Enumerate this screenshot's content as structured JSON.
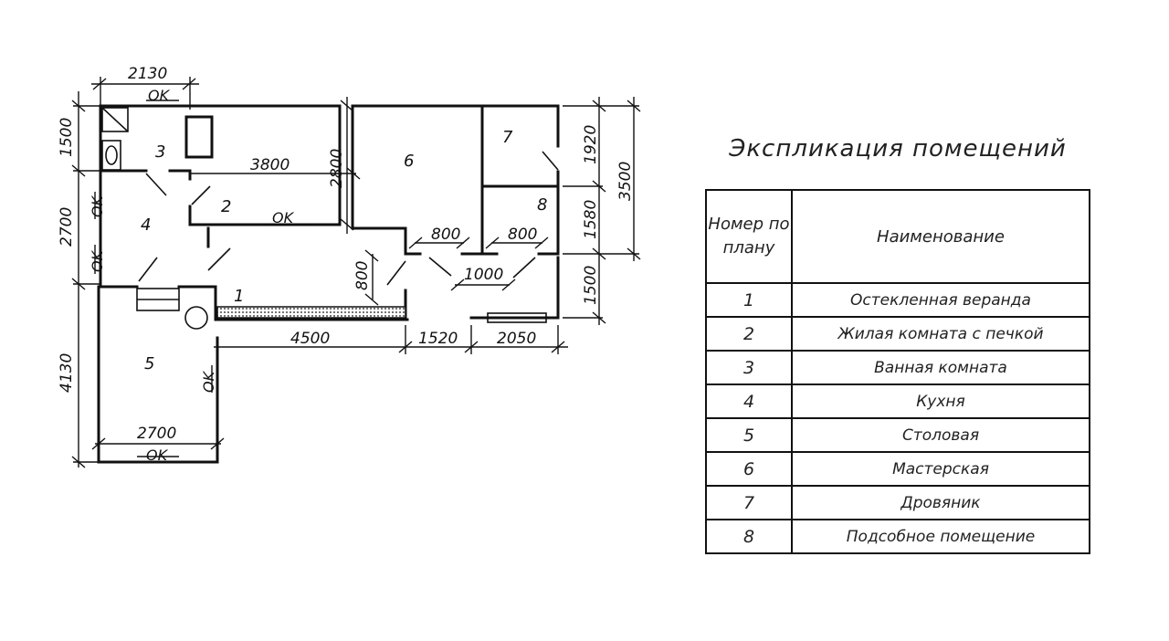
{
  "plan": {
    "dims": {
      "top_width": "2130",
      "hall_length": "3800",
      "room2_height": "2800",
      "left_upper": "1500",
      "left_middle": "2700",
      "left_lower": "4130",
      "right_top": "1920",
      "right_middle": "1580",
      "right_bottom": "1500",
      "right_total": "3500",
      "bottom_veranda": "4500",
      "bottom_mid": "1520",
      "bottom_right": "2050",
      "door_a": "800",
      "door_b": "800",
      "door_c": "800",
      "door_wide": "1000",
      "room5_width": "2700"
    },
    "windows": {
      "ok_top": "OK",
      "ok_hall": "OK",
      "ok_left_a": "OK",
      "ok_left_b": "OK",
      "ok_room5_side": "OK",
      "ok_room5_bottom": "OK"
    },
    "rooms": [
      "1",
      "2",
      "3",
      "4",
      "5",
      "6",
      "7",
      "8"
    ]
  },
  "explication": {
    "title": "Экспликация помещений",
    "header_number": "Номер по плану",
    "header_name": "Наименование",
    "rows": [
      {
        "num": "1",
        "name": "Остекленная веранда"
      },
      {
        "num": "2",
        "name": "Жилая комната с печкой"
      },
      {
        "num": "3",
        "name": "Ванная комната"
      },
      {
        "num": "4",
        "name": "Кухня"
      },
      {
        "num": "5",
        "name": "Столовая"
      },
      {
        "num": "6",
        "name": "Мастерская"
      },
      {
        "num": "7",
        "name": "Дровяник"
      },
      {
        "num": "8",
        "name": "Подсобное помещение"
      }
    ]
  }
}
